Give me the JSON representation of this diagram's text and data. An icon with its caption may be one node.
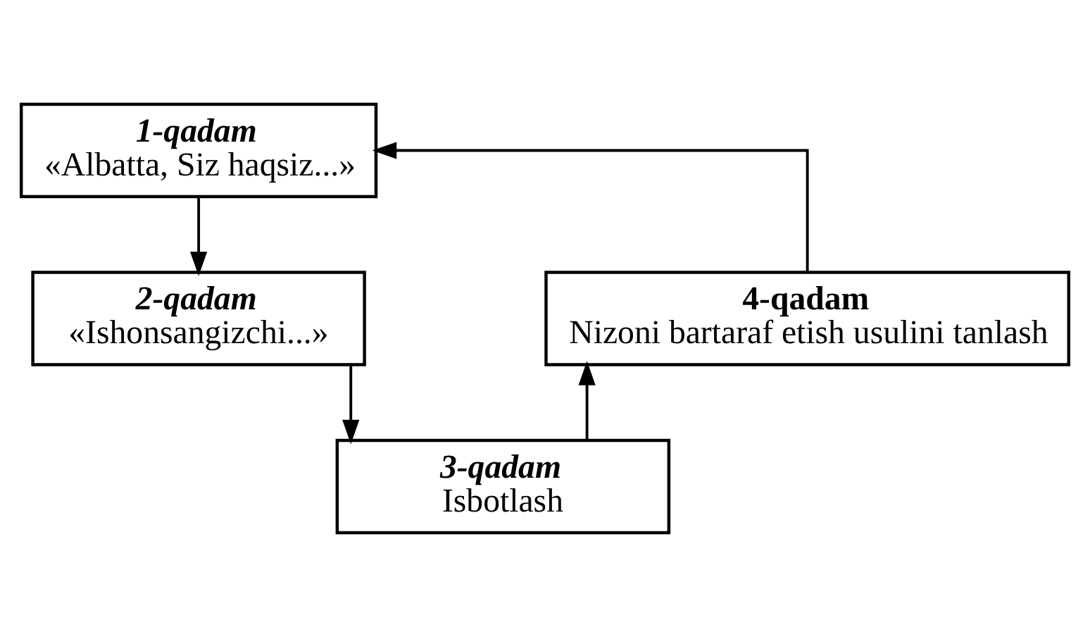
{
  "diagram": {
    "nodes": [
      {
        "text": [
          "1-qadam",
          "«Albatta, Siz haqsiz...»"
        ]
      },
      {
        "text": [
          "2-qadam",
          "«Ishonsangizchi...»"
        ]
      },
      {
        "text": [
          "3-qadam",
          "Isbotlash"
        ]
      },
      {
        "text": [
          "4-qadam",
          "Nizoni bartaraf etish usulini tanlash"
        ]
      }
    ],
    "edges": [
      {
        "from": 0,
        "to": 1,
        "arrow": "to"
      },
      {
        "from": 1,
        "to": 2,
        "arrow": "to"
      },
      {
        "from": 2,
        "to": 3,
        "arrow": "to"
      },
      {
        "from": 3,
        "to": 0,
        "arrow": "to"
      }
    ]
  }
}
